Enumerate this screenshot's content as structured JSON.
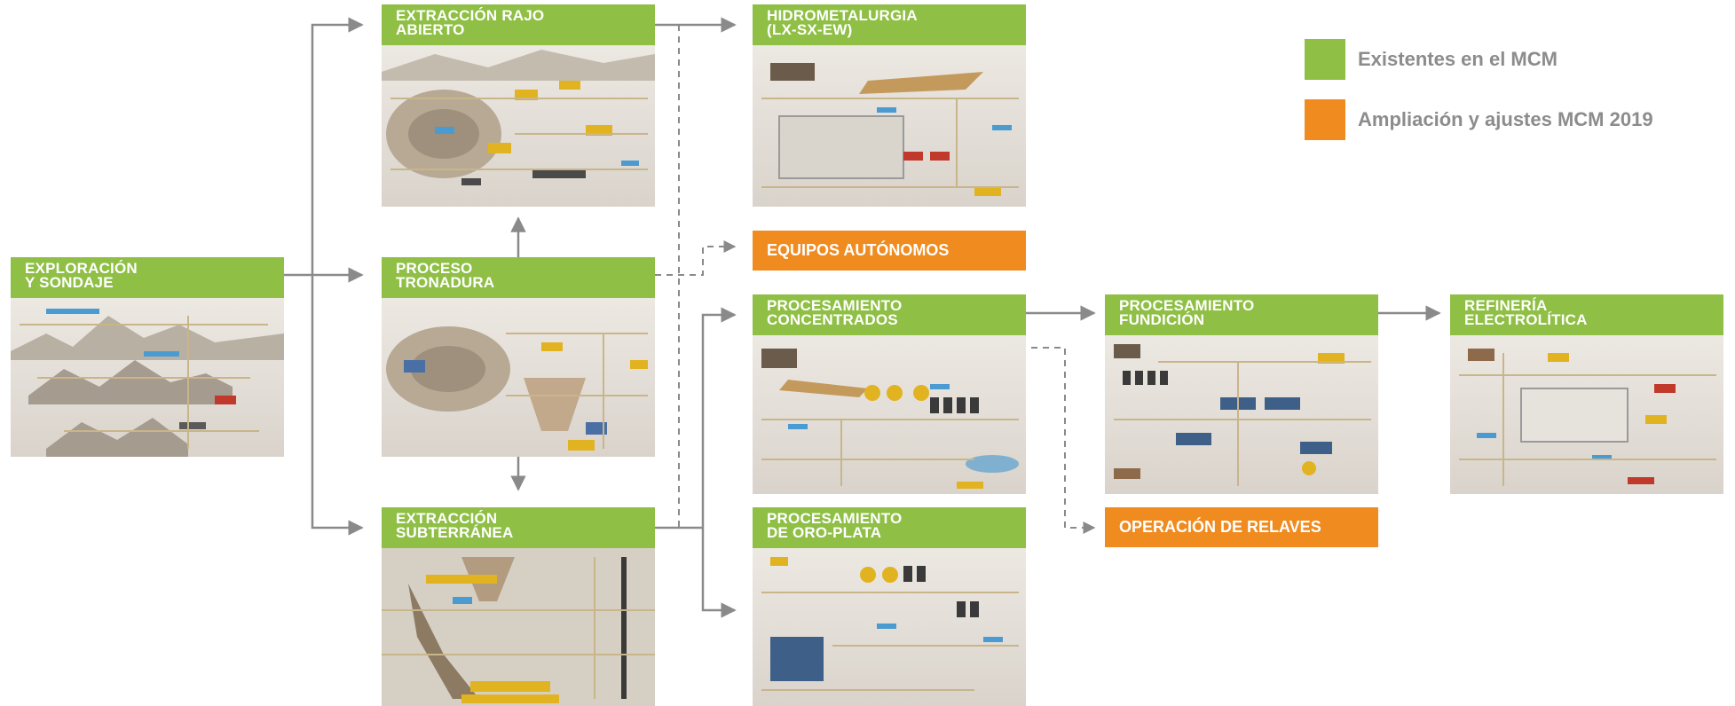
{
  "colors": {
    "existing": "#8fbf45",
    "expansion": "#ef8b1f",
    "arrow": "#8a8a8a"
  },
  "legend": [
    {
      "label": "Existentes en el MCM",
      "color": "#8fbf45"
    },
    {
      "label": "Ampliación y ajustes MCM 2019",
      "color": "#ef8b1f"
    }
  ],
  "nodes": {
    "exploracion": {
      "line1": "EXPLORACIÓN",
      "line2": "Y SONDAJE",
      "status": "existing"
    },
    "rajo": {
      "line1": "EXTRACCIÓN RAJO",
      "line2": "ABIERTO",
      "status": "existing"
    },
    "tronadura": {
      "line1": "PROCESO",
      "line2": "TRONADURA",
      "status": "existing"
    },
    "subterranea": {
      "line1": "EXTRACCIÓN",
      "line2": "SUBTERRÁNEA",
      "status": "existing"
    },
    "hidro": {
      "line1": "HIDROMETALURGIA",
      "line2": "(LX-SX-EW)",
      "status": "existing"
    },
    "autonomos": {
      "label": "EQUIPOS AUTÓNOMOS",
      "status": "expansion"
    },
    "concentrados": {
      "line1": "PROCESAMIENTO",
      "line2": "CONCENTRADOS",
      "status": "existing"
    },
    "oroplata": {
      "line1": "PROCESAMIENTO",
      "line2": "DE ORO-PLATA",
      "status": "existing"
    },
    "fundicion": {
      "line1": "PROCESAMIENTO",
      "line2": "FUNDICIÓN",
      "status": "existing"
    },
    "refineria": {
      "line1": "REFINERÍA",
      "line2": "ELECTROLÍTICA",
      "status": "existing"
    },
    "relaves": {
      "label": "OPERACIÓN DE RELAVES",
      "status": "expansion"
    }
  }
}
